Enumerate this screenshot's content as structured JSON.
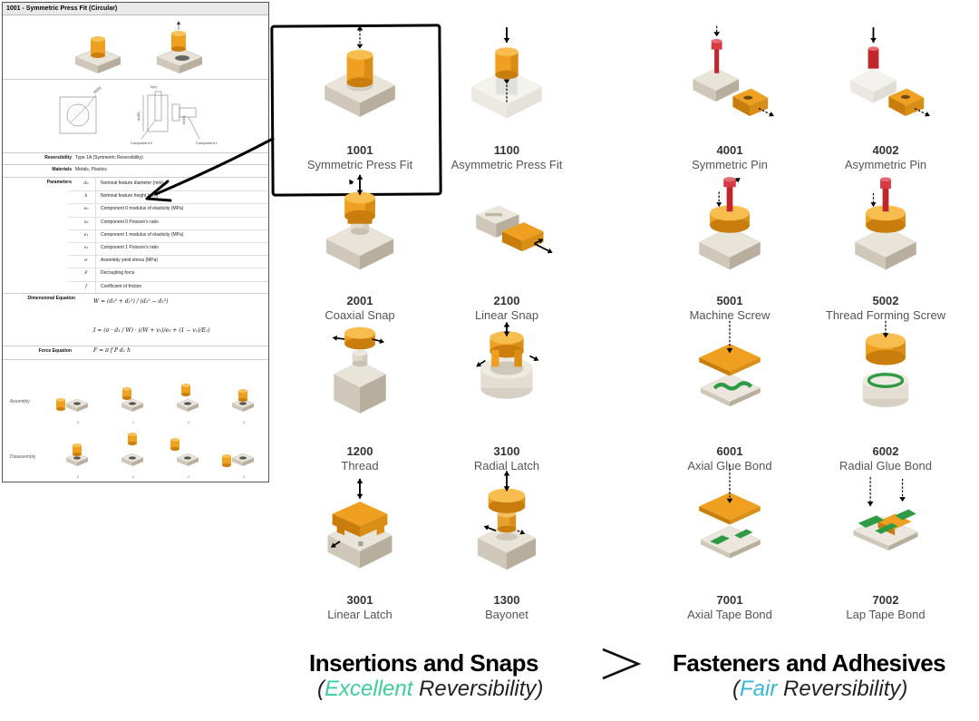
{
  "sheet": {
    "title": "1001 - Symmetric Press Fit (Circular)",
    "drawing_labels": {
      "diameter": "ø(d0)",
      "height": "h(s)",
      "dim_a": "ø(d0)",
      "dim_b": "ø(d1)",
      "component0": "Component 0",
      "component1": "Component 1"
    },
    "reversibility_label": "Reversibility",
    "reversibility_value": "Type 1A (Symmetric Reversibility)",
    "materials_label": "Materials",
    "materials_value": "Metals, Plastics",
    "parameters_label": "Parameters",
    "parameters": [
      {
        "symbol": "d₀",
        "desc": "Nominal feature diameter (mm)"
      },
      {
        "symbol": "h",
        "desc": "Nominal feature height (mm)"
      },
      {
        "symbol": "e₀",
        "desc": "Component 0 modulus of elasticity (MPa)"
      },
      {
        "symbol": "v₀",
        "desc": "Component 0 Poisson's ratio"
      },
      {
        "symbol": "e₁",
        "desc": "Component 1 modulus of elasticity (MPa)"
      },
      {
        "symbol": "v₁",
        "desc": "Component 1 Poisson's ratio"
      },
      {
        "symbol": "σ",
        "desc": "Assembly yield stress (MPa)"
      },
      {
        "symbol": "F",
        "desc": "Decoupling force"
      },
      {
        "symbol": "f",
        "desc": "Coefficient of friction"
      }
    ],
    "dimensional_label": "Dimensional Equation",
    "eq_w": "W = (d₂² + d₁²) / (d₂² − d₁²)",
    "eq_i": "I = (σ · d₁ / W) · ((W + v₀)/e₀ + (1 − v₁)/E₁)",
    "force_label": "Force Equation",
    "eq_f": "F = π f P d₁ h",
    "assembly_label": "Assembly",
    "disassembly_label": "Disassembly",
    "steps": [
      "0",
      "1",
      "2",
      "3"
    ]
  },
  "catalog": [
    {
      "code": "1001",
      "name": "Symmetric Press Fit"
    },
    {
      "code": "1100",
      "name": "Asymmetric Press Fit"
    },
    {
      "code": "4001",
      "name": "Symmetric Pin"
    },
    {
      "code": "4002",
      "name": "Asymmetric Pin"
    },
    {
      "code": "2001",
      "name": "Coaxial Snap"
    },
    {
      "code": "2100",
      "name": "Linear Snap"
    },
    {
      "code": "5001",
      "name": "Machine Screw"
    },
    {
      "code": "5002",
      "name": "Thread Forming Screw"
    },
    {
      "code": "1200",
      "name": "Thread"
    },
    {
      "code": "3100",
      "name": "Radial Latch"
    },
    {
      "code": "6001",
      "name": "Axial Glue Bond"
    },
    {
      "code": "6002",
      "name": "Radial Glue Bond"
    },
    {
      "code": "3001",
      "name": "Linear Latch"
    },
    {
      "code": "1300",
      "name": "Bayonet"
    },
    {
      "code": "7001",
      "name": "Axial Tape Bond"
    },
    {
      "code": "7002",
      "name": "Lap Tape Bond"
    }
  ],
  "footer": {
    "left_heading": "Insertions and Snaps",
    "left_paren_open": "(",
    "left_keyword": "Excellent",
    "left_rest": " Reversibility)",
    "comparator": ">",
    "right_heading": "Fasteners and Adhesives",
    "right_paren_open": "(",
    "right_keyword": "Fair",
    "right_rest": " Reversibility)"
  },
  "colors": {
    "part_orange": "#f0a020",
    "part_dark_orange": "#c87d0c",
    "base_light": "#e9e4da",
    "base_mid": "#cfc8ba",
    "base_dark": "#b7ae9e",
    "pin_red": "#c0272d",
    "tape_green": "#2e9a44",
    "excellent_color": "#3dcf9a",
    "fair_color": "#3ab6d6"
  }
}
